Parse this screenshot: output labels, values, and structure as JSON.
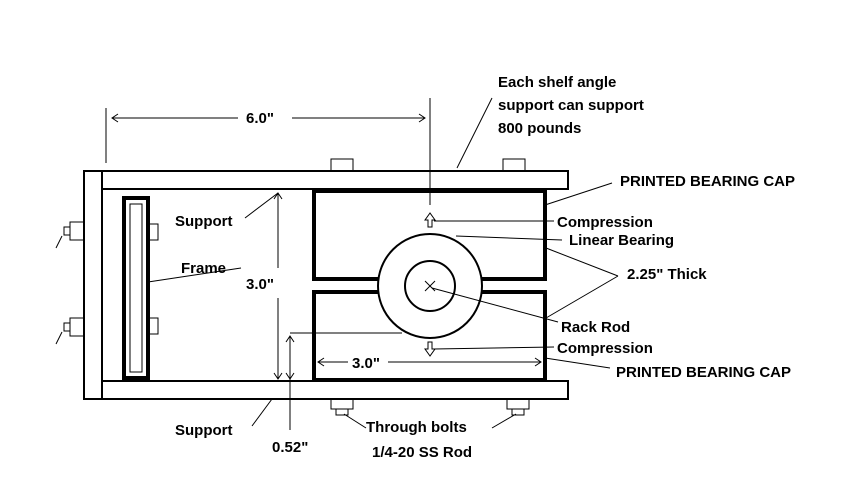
{
  "labels": {
    "note_line1": "Each shelf angle",
    "note_line2": "support can support",
    "note_line3": "800 pounds",
    "width_dim": "6.0\"",
    "support_top": "Support",
    "frame": "Frame",
    "height_dim": "3.0\"",
    "printed_cap_top": "PRINTED BEARING CAP",
    "compression_top": "Compression",
    "linear_bearing": "Linear Bearing",
    "thickness": "2.25\" Thick",
    "rack_rod": "Rack Rod",
    "compression_bottom": "Compression",
    "inner_width_dim": "3.0\"",
    "printed_cap_bottom": "PRINTED BEARING CAP",
    "support_bottom": "Support",
    "gap_dim": "0.52\"",
    "through_bolts": "Through bolts",
    "rod_spec": "1/4-20 SS Rod"
  },
  "colors": {
    "line": "#000000",
    "background": "#ffffff"
  }
}
